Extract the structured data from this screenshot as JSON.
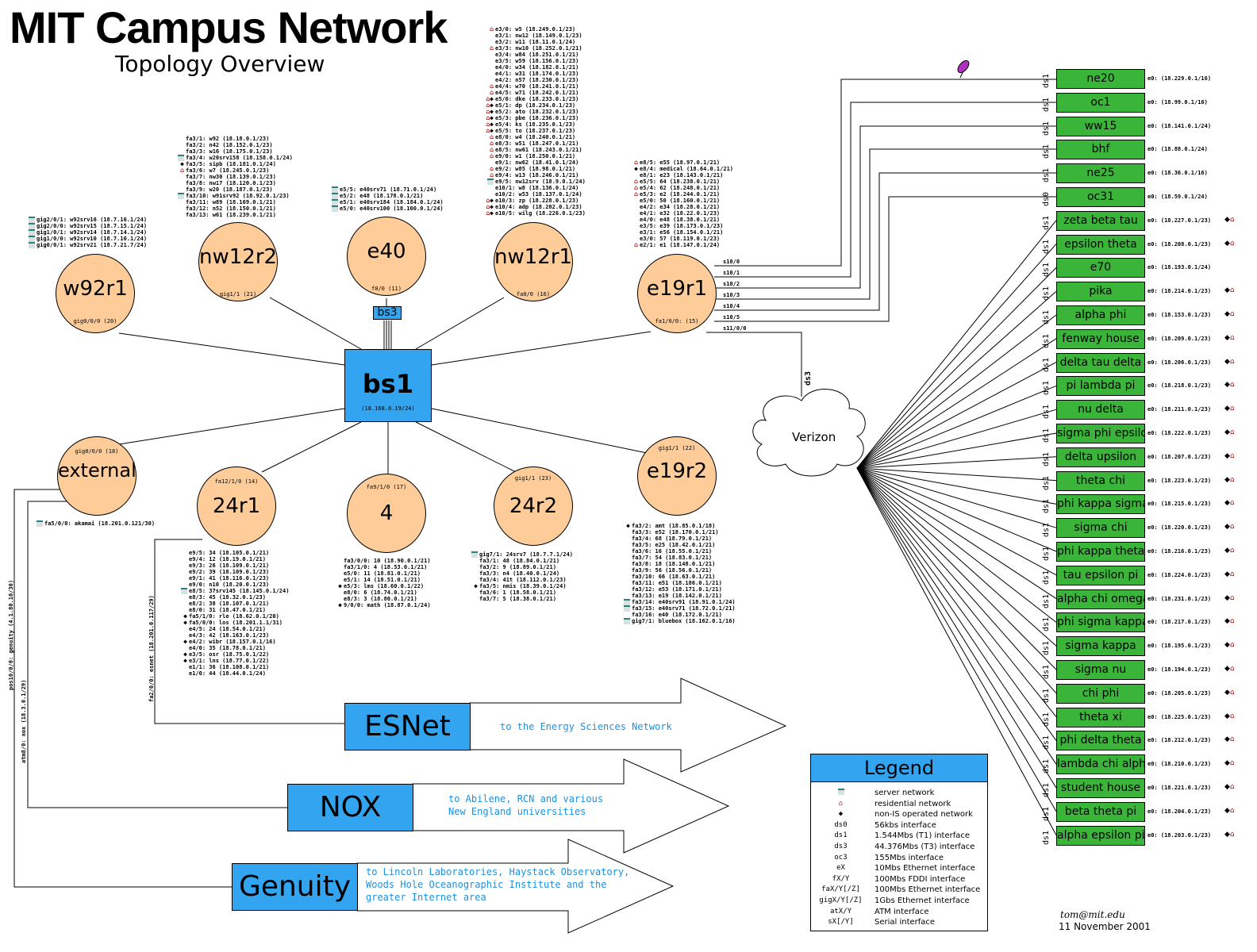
{
  "header": {
    "title": "MIT Campus Network",
    "subtitle": "Topology Overview"
  },
  "core": {
    "name": "bs1",
    "ip": "(18.168.0.19/24)",
    "bs3": "bs3"
  },
  "routers": {
    "w92r1": {
      "name": "w92r1",
      "port": "gig0/0/0 (20)",
      "ports": [
        {
          "icon": "server",
          "text": "gig2/0/1: w92srv16 (18.7.16.1/24)"
        },
        {
          "icon": "server",
          "text": "gig2/0/0: w92srv15 (18.7.15.1/24)"
        },
        {
          "icon": "server",
          "text": "gig1/0/1: w92srv14 (18.7.14.1/24)"
        },
        {
          "icon": "server",
          "text": "gig1/0/0: w92srv10 (18.7.10.1/24)"
        },
        {
          "icon": "server",
          "text": "gig0/0/1: w92srv21 (18.7.21.7/24)"
        }
      ]
    },
    "nw12r2": {
      "name": "nw12r2",
      "port": "gig1/1 (21)",
      "ports": [
        {
          "icon": "",
          "text": "fa3/1: w92 (18.18.0.1/23)"
        },
        {
          "icon": "",
          "text": "fa3/2: n42 (18.152.0.1/23)"
        },
        {
          "icon": "",
          "text": "fa3/3: w16 (18.175.0.1/23)"
        },
        {
          "icon": "server",
          "text": "fa3/4: w20srv158 (18.158.0.1/24)"
        },
        {
          "icon": "nonis",
          "text": "fa3/5: sipb (18.181.0.1/24)"
        },
        {
          "icon": "res",
          "text": "fa3/6: w7 (18.245.0.1/23)"
        },
        {
          "icon": "",
          "text": "fa3/7: nw30 (18.139.0.1/23)"
        },
        {
          "icon": "",
          "text": "fa3/8: nw17 (18.120.0.1/23)"
        },
        {
          "icon": "",
          "text": "fa3/9: w20 (18.187.0.1/23)"
        },
        {
          "icon": "server",
          "text": "fa3/10: w91srv92 (18.92.0.1/23)"
        },
        {
          "icon": "",
          "text": "fa3/11: w89 (18.169.0.1/21)"
        },
        {
          "icon": "",
          "text": "fa3/12: n52 (18.150.0.1/21)"
        },
        {
          "icon": "",
          "text": "fa3/13: w61 (18.239.0.1/21)"
        }
      ]
    },
    "e40": {
      "name": "e40",
      "port": "f0/0 (11)",
      "ports": [
        {
          "icon": "server",
          "text": "e5/5: e40srv71 (18.71.0.1/24)"
        },
        {
          "icon": "server",
          "text": "e5/2: e48 (18.178.0.1/21)"
        },
        {
          "icon": "server",
          "text": "e5/1: e40srv184 (18.184.0.1/24)"
        },
        {
          "icon": "server",
          "text": "e5/0: e40srv100 (18.100.0.1/24)"
        }
      ]
    },
    "nw12r1": {
      "name": "nw12r1",
      "port": "fa0/0 (16)",
      "ports": [
        {
          "icon": "res",
          "text": "e3/0: w5 (18.249.0.1/23)"
        },
        {
          "icon": "",
          "text": "e3/1: nw12 (18.149.0.1/23)"
        },
        {
          "icon": "",
          "text": "e3/2: w11 (18.11.0.1/24)"
        },
        {
          "icon": "res",
          "text": "e3/3: nw10 (18.252.0.1/21)"
        },
        {
          "icon": "",
          "text": "e3/4: w84 (18.251.0.1/21)"
        },
        {
          "icon": "",
          "text": "e3/5: w59 (18.156.0.1/23)"
        },
        {
          "icon": "",
          "text": "e4/0: w34 (18.182.0.1/21)"
        },
        {
          "icon": "",
          "text": "e4/1: w31 (18.174.0.1/23)"
        },
        {
          "icon": "",
          "text": "e4/2: n57 (18.230.0.1/23)"
        },
        {
          "icon": "res",
          "text": "e4/4: w70 (18.241.0.1/21)"
        },
        {
          "icon": "res",
          "text": "e4/5: w71 (18.242.0.1/21)"
        },
        {
          "icon": "res-nonis",
          "text": "e5/0: dke (18.233.0.1/23)"
        },
        {
          "icon": "res-nonis",
          "text": "e5/1: dp (18.234.0.1/23)"
        },
        {
          "icon": "res-nonis",
          "text": "e5/2: ato (18.232.0.1/23)"
        },
        {
          "icon": "res-nonis",
          "text": "e5/3: pbe (18.236.0.1/23)"
        },
        {
          "icon": "res-nonis",
          "text": "e5/4: ks (18.235.0.1/23)"
        },
        {
          "icon": "res-nonis",
          "text": "e5/5: to (18.237.0.1/23)"
        },
        {
          "icon": "res",
          "text": "e8/0: w4 (18.240.0.1/21)"
        },
        {
          "icon": "res",
          "text": "e8/3: w51 (18.247.0.1/21)"
        },
        {
          "icon": "res",
          "text": "e8/5: nw61 (18.243.0.1/21)"
        },
        {
          "icon": "res",
          "text": "e9/0: w1 (18.250.0.1/21)"
        },
        {
          "icon": "",
          "text": "e9/1: nw62 (18.41.0.1/24)"
        },
        {
          "icon": "res",
          "text": "e9/2: w85 (18.98.0.1/21)"
        },
        {
          "icon": "res",
          "text": "e9/4: w13 (18.246.0.1/21)"
        },
        {
          "icon": "server",
          "text": "e9/5: nw12srv (18.9.0.1/24)"
        },
        {
          "icon": "",
          "text": "e10/1: w8 (18.136.0.1/24)"
        },
        {
          "icon": "",
          "text": "e10/2: w53 (18.137.0.1/24)"
        },
        {
          "icon": "res-nonis",
          "text": "e10/3: zp (18.228.0.1/23)"
        },
        {
          "icon": "res-nonis",
          "text": "e10/4: adp (18.202.0.1/23)"
        },
        {
          "icon": "res-nonis",
          "text": "e10/5: wilg (18.226.0.1/23)"
        }
      ]
    },
    "e19r1": {
      "name": "e19r1",
      "port": "fa1/0/0: (15)",
      "ports": [
        {
          "icon": "res",
          "text": "e8/5: e55 (18.97.0.1/21)"
        },
        {
          "icon": "nonis",
          "text": "e8/4: medical (18.64.0.1/21)"
        },
        {
          "icon": "",
          "text": "e8/1: e23 (18.143.0.1/21)"
        },
        {
          "icon": "res",
          "text": "e5/5: 64 (18.238.0.1/21)"
        },
        {
          "icon": "res",
          "text": "e5/4: 62 (18.248.0.1/21)"
        },
        {
          "icon": "res",
          "text": "e5/3: e2 (18.244.0.1/21)"
        },
        {
          "icon": "",
          "text": "e5/0: 50 (18.160.0.1/21)"
        },
        {
          "icon": "",
          "text": "e4/2: e34 (18.28.0.1/21)"
        },
        {
          "icon": "",
          "text": "e4/1: e32 (18.22.0.1/23)"
        },
        {
          "icon": "",
          "text": "e4/0: e48 (18.38.0.1/21)"
        },
        {
          "icon": "",
          "text": "e3/5: e39 (18.173.0.1/23)"
        },
        {
          "icon": "",
          "text": "e3/1: e56 (18.154.0.1/21)"
        },
        {
          "icon": "",
          "text": "e3/0: 57 (18.119.0.1/23)"
        },
        {
          "icon": "res",
          "text": "e2/1: e1 (18.147.0.1/24)"
        }
      ],
      "serial": [
        "s10/0",
        "s10/1",
        "s10/2",
        "s10/3",
        "s10/4",
        "s10/5",
        "s11/0/0"
      ]
    },
    "external": {
      "name": "external",
      "port": "gig0/0/0 (18)",
      "ports": [
        {
          "icon": "server",
          "text": "fa5/0/0: akamai (18.201.0.121/30)"
        }
      ]
    },
    "r24r1": {
      "name": "24r1",
      "port": "fa12/1/0 (14)",
      "ports": [
        {
          "icon": "",
          "text": "e9/5: 34 (18.105.0.1/21)"
        },
        {
          "icon": "",
          "text": "e9/4: 12 (18.19.0.1/21)"
        },
        {
          "icon": "",
          "text": "e9/3: 26 (18.109.0.1/21)"
        },
        {
          "icon": "",
          "text": "e9/2: 39 (18.109.0.1/23)"
        },
        {
          "icon": "",
          "text": "e9/1: 41 (18.116.0.1/23)"
        },
        {
          "icon": "",
          "text": "e9/0: n10 (18.20.0.1/23)"
        },
        {
          "icon": "server",
          "text": "e8/5: 37srv145 (18.145.0.1/24)"
        },
        {
          "icon": "",
          "text": "e8/3: 45 (18.32.0.1/23)"
        },
        {
          "icon": "",
          "text": "e8/2: 38 (18.107.0.1/21)"
        },
        {
          "icon": "",
          "text": "e8/0: 31 (18.47.0.1/21)"
        },
        {
          "icon": "nonis",
          "text": "fa5/1/0: rle (18.62.0.1/20)"
        },
        {
          "icon": "nonis",
          "text": "fa5/0/0: los (18.201.1.1/31)"
        },
        {
          "icon": "",
          "text": "e4/5: 24 (18.54.0.1/21)"
        },
        {
          "icon": "",
          "text": "e4/3: 42 (18.163.0.1/23)"
        },
        {
          "icon": "nonis",
          "text": "e4/2: wibr (18.157.0.1/16)"
        },
        {
          "icon": "",
          "text": "e4/0: 35 (18.78.0.1/21)"
        },
        {
          "icon": "nonis",
          "text": "e3/5: osr (18.75.0.1/22)"
        },
        {
          "icon": "nonis",
          "text": "e3/1: lns (18.77.0.1/22)"
        },
        {
          "icon": "",
          "text": "e1/1: 36 (18.108.0.1/21)"
        },
        {
          "icon": "",
          "text": "e1/0: 44 (18.44.0.1/24)"
        }
      ]
    },
    "r4": {
      "name": "4",
      "port": "fa9/1/0 (17)",
      "ports": [
        {
          "icon": "",
          "text": "fa3/0/0: 10 (18.90.0.1/21)"
        },
        {
          "icon": "",
          "text": "fa3/1/0: 4 (18.53.0.1/21)"
        },
        {
          "icon": "",
          "text": "e5/0: 11 (18.81.0.1/21)"
        },
        {
          "icon": "",
          "text": "e5/1: 14 (18.51.0.1/21)"
        },
        {
          "icon": "nonis",
          "text": "e5/3: lms (18.60.0.1/22)"
        },
        {
          "icon": "",
          "text": "e8/0: 6 (18.74.0.1/21)"
        },
        {
          "icon": "",
          "text": "e8/3: 3 (18.80.0.1/21)"
        },
        {
          "icon": "nonis",
          "text": "9/0/0: math (18.87.0.1/24)"
        }
      ]
    },
    "r24r2": {
      "name": "24r2",
      "port": "gig1/1 (23)",
      "ports": [
        {
          "icon": "server",
          "text": "gig7/1: 24srv7 (18.7.7.1/24)"
        },
        {
          "icon": "",
          "text": "fa3/1: 48 (18.84.0.1/21)"
        },
        {
          "icon": "",
          "text": "fa3/2: 9 (18.89.0.1/21)"
        },
        {
          "icon": "",
          "text": "fa3/3: n4 (18.40.0.1/24)"
        },
        {
          "icon": "",
          "text": "fa3/4: 41t (18.112.0.1/23)"
        },
        {
          "icon": "nonis",
          "text": "fa3/5: nmis (18.39.0.1/24)"
        },
        {
          "icon": "",
          "text": "fa3/6: 1 (18.58.0.1/21)"
        },
        {
          "icon": "",
          "text": "fa3/7: 5 (18.38.0.1/21)"
        }
      ]
    },
    "e19r2": {
      "name": "e19r2",
      "port": "gig1/1 (22)",
      "ports": [
        {
          "icon": "nonis",
          "text": "fa3/2: amt (18.85.0.1/18)"
        },
        {
          "icon": "",
          "text": "fa3/3: e52 (18.170.0.1/21)"
        },
        {
          "icon": "",
          "text": "fa3/4: 68 (18.79.0.1/21)"
        },
        {
          "icon": "",
          "text": "fa3/5: e25 (18.42.0.1/21)"
        },
        {
          "icon": "",
          "text": "fa3/6: 16 (18.55.0.1/21)"
        },
        {
          "icon": "",
          "text": "fa3/7: 54 (18.83.0.1/21)"
        },
        {
          "icon": "",
          "text": "fa3/8: 18 (18.148.0.1/21)"
        },
        {
          "icon": "",
          "text": "fa3/9: 56 (18.56.0.1/21)"
        },
        {
          "icon": "",
          "text": "fa3/10: 66 (18.63.0.1/21)"
        },
        {
          "icon": "",
          "text": "fa3/11: e51 (18.186.0.1/21)"
        },
        {
          "icon": "",
          "text": "fa3/12: e53 (18.171.0.1/21)"
        },
        {
          "icon": "",
          "text": "fa3/13: e19 (18.142.0.1/21)"
        },
        {
          "icon": "server",
          "text": "fa3/14: e40srv91 (18.91.0.1/24)"
        },
        {
          "icon": "server",
          "text": "fa3/15: e40srv71 (18.72.0.1/21)"
        },
        {
          "icon": "",
          "text": "fa3/16: e40 (18.172.0.1/21)"
        },
        {
          "icon": "server",
          "text": "gig7/1: bluebox (18.162.0.1/16)"
        }
      ]
    }
  },
  "uplinks": {
    "external_genuity": "pos10/0/0: genuity (4.1.80.10/30)",
    "external_nox": "atm8/0: nox (18.3.0.1/29)",
    "r24r1_esnet": "fa2/0/0: esnet (18.201.0.117/29)",
    "ds3_label": "ds3",
    "cloud": "Verizon"
  },
  "external_networks": [
    {
      "name": "ESNet",
      "desc": [
        "to the Energy Sciences Network"
      ]
    },
    {
      "name": "NOX",
      "desc": [
        "to Abilene, RCN and various",
        "New England universities"
      ]
    },
    {
      "name": "Genuity",
      "desc": [
        "to Lincoln Laboratories, Haystack Observatory,",
        "Woods Hole Oceanographic Institute and the",
        "greater Internet area"
      ]
    }
  ],
  "remote_sites": [
    {
      "name": "ne20",
      "link": "ds1",
      "ip": "e0: (18.229.0.1/16)",
      "icons": ""
    },
    {
      "name": "oc1",
      "link": "ds1",
      "ip": "e0: (18.99.0.1/16)",
      "icons": ""
    },
    {
      "name": "ww15",
      "link": "ds1",
      "ip": "e0: (18.141.0.1/24)",
      "icons": ""
    },
    {
      "name": "bhf",
      "link": "ds1",
      "ip": "e0: (18.88.0.1/24)",
      "icons": ""
    },
    {
      "name": "ne25",
      "link": "ds1",
      "ip": "e0: (18.36.0.1/16)",
      "icons": ""
    },
    {
      "name": "oc31",
      "link": "ds0",
      "ip": "e0: (18.59.0.1/24)",
      "icons": ""
    },
    {
      "name": "zeta beta tau",
      "link": "ds1",
      "ip": "e0: (18.227.0.1/23)",
      "icons": "◆⌂"
    },
    {
      "name": "epsilon theta",
      "link": "ds1",
      "ip": "e0: (18.208.0.1/23)",
      "icons": "◆⌂"
    },
    {
      "name": "e70",
      "link": "ds1",
      "ip": "e0: (18.193.0.1/24)",
      "icons": ""
    },
    {
      "name": "pika",
      "link": "ds1",
      "ip": "e0: (18.214.0.1/23)",
      "icons": "◆⌂"
    },
    {
      "name": "alpha phi",
      "link": "ds1",
      "ip": "e0: (18.153.0.1/23)",
      "icons": "◆⌂"
    },
    {
      "name": "fenway house",
      "link": "ds1",
      "ip": "e0: (18.209.0.1/23)",
      "icons": "◆⌂"
    },
    {
      "name": "delta tau delta",
      "link": "ds1",
      "ip": "e0: (18.206.0.1/23)",
      "icons": "◆⌂"
    },
    {
      "name": "pi lambda pi",
      "link": "ds1",
      "ip": "e0: (18.218.0.1/23)",
      "icons": "◆⌂"
    },
    {
      "name": "nu delta",
      "link": "ds1",
      "ip": "e0: (18.211.0.1/23)",
      "icons": "◆⌂"
    },
    {
      "name": "sigma phi epsilon",
      "link": "ds1",
      "ip": "e0: (18.222.0.1/23)",
      "icons": "◆⌂"
    },
    {
      "name": "delta upsilon",
      "link": "ds1",
      "ip": "e0: (18.207.0.1/23)",
      "icons": "◆⌂"
    },
    {
      "name": "theta chi",
      "link": "ds1",
      "ip": "e0: (18.223.0.1/23)",
      "icons": "◆⌂"
    },
    {
      "name": "phi kappa sigma",
      "link": "ds1",
      "ip": "e0: (18.215.0.1/23)",
      "icons": "◆⌂"
    },
    {
      "name": "sigma chi",
      "link": "ds1",
      "ip": "e0: (18.220.0.1/23)",
      "icons": "◆⌂"
    },
    {
      "name": "phi kappa theta",
      "link": "ds1",
      "ip": "e0: (18.216.0.1/23)",
      "icons": "◆⌂"
    },
    {
      "name": "tau epsilon pi",
      "link": "ds1",
      "ip": "e0: (18.224.0.1/23)",
      "icons": "◆⌂"
    },
    {
      "name": "alpha chi omega",
      "link": "ds1",
      "ip": "e0: (18.231.0.1/23)",
      "icons": "◆⌂"
    },
    {
      "name": "phi sigma kappa",
      "link": "ds1",
      "ip": "e0: (18.217.0.1/23)",
      "icons": "◆⌂"
    },
    {
      "name": "sigma kappa",
      "link": "ds1",
      "ip": "e0: (18.195.0.1/23)",
      "icons": "◆⌂"
    },
    {
      "name": "sigma nu",
      "link": "ds1",
      "ip": "e0: (18.194.0.1/23)",
      "icons": "◆⌂"
    },
    {
      "name": "chi phi",
      "link": "ds1",
      "ip": "e0: (18.205.0.1/23)",
      "icons": "◆⌂"
    },
    {
      "name": "theta xi",
      "link": "ds1",
      "ip": "e0: (18.225.0.1/23)",
      "icons": "◆⌂"
    },
    {
      "name": "phi delta theta",
      "link": "ds1",
      "ip": "e0: (18.212.0.1/23)",
      "icons": "◆⌂"
    },
    {
      "name": "lambda chi alpha",
      "link": "ds1",
      "ip": "e0: (18.210.0.1/23)",
      "icons": "◆⌂"
    },
    {
      "name": "student house",
      "link": "ds1",
      "ip": "e0: (18.221.0.1/23)",
      "icons": "◆⌂"
    },
    {
      "name": "beta theta pi",
      "link": "ds1",
      "ip": "e0: (18.204.0.1/23)",
      "icons": "◆⌂"
    },
    {
      "name": "alpha epsilon pi",
      "link": "ds1",
      "ip": "e0: (18.203.0.1/23)",
      "icons": "◆⌂"
    }
  ],
  "legend": {
    "title": "Legend",
    "rows": [
      {
        "key": "server-icon",
        "label": "server network"
      },
      {
        "key": "residential-icon",
        "label": "residential network"
      },
      {
        "key": "non-is-icon",
        "label": "non-IS operated network"
      },
      {
        "key": "ds0",
        "label": "56kbs interface"
      },
      {
        "key": "ds1",
        "label": "1.544Mbs (T1) interface"
      },
      {
        "key": "ds3",
        "label": "44.376Mbs (T3) interface"
      },
      {
        "key": "oc3",
        "label": "155Mbs interface"
      },
      {
        "key": "eX",
        "label": "10Mbs Ethernet interface"
      },
      {
        "key": "fX/Y",
        "label": "100Mbs FDDI interface"
      },
      {
        "key": "faX/Y[/Z]",
        "label": "100Mbs Ethernet interface"
      },
      {
        "key": "gigX/Y[/Z]",
        "label": "1Gbs Ethernet interface"
      },
      {
        "key": "atX/Y",
        "label": "ATM interface"
      },
      {
        "key": "sX[/Y]",
        "label": "Serial interface"
      }
    ]
  },
  "footer": {
    "author": "tom@mit.edu",
    "date": "11 November 2001"
  },
  "colors": {
    "router": "#fdcc99",
    "core": "#33a5f0",
    "remote": "#3ab53a",
    "residential": "#a01010",
    "external_text": "#1e90e0"
  }
}
